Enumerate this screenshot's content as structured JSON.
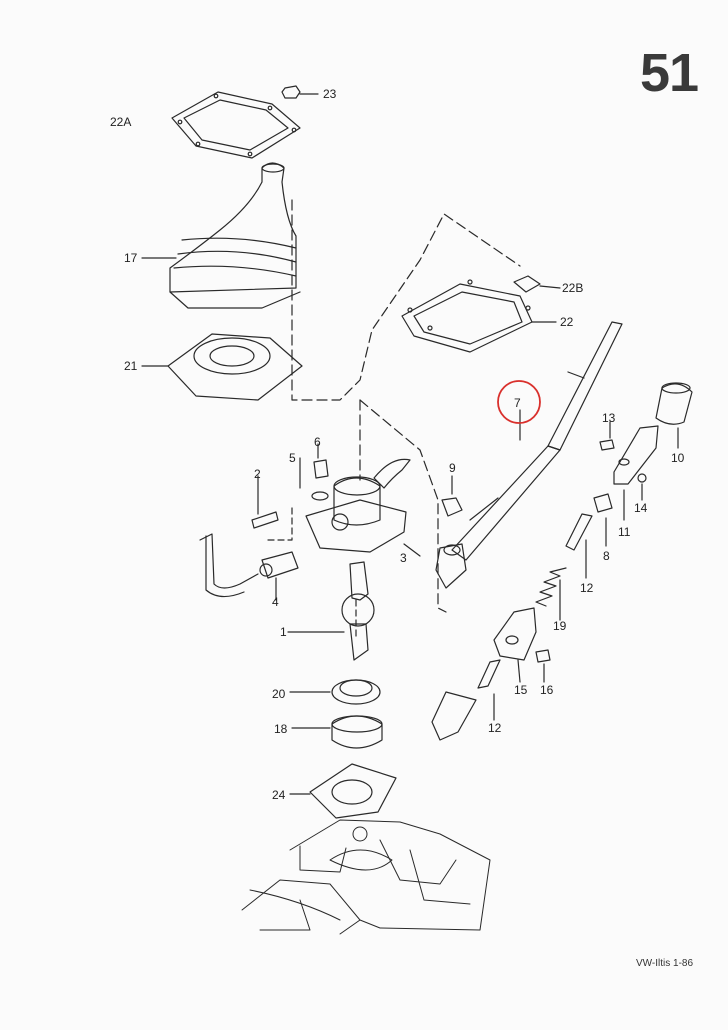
{
  "page_number": "51",
  "footer": "VW-Iltis 1-86",
  "highlight_color": "#d9302c",
  "labels": {
    "p22A": "22A",
    "p23": "23",
    "p17": "17",
    "p21": "21",
    "p22B": "22B",
    "p22": "22",
    "p7": "7",
    "p13": "13",
    "p10": "10",
    "p14": "14",
    "p11": "11",
    "p8": "8",
    "p12a": "12",
    "p19": "19",
    "p15": "15",
    "p16": "16",
    "p12b": "12",
    "p6": "6",
    "p5": "5",
    "p2": "2",
    "p9": "9",
    "p3": "3",
    "p4": "4",
    "p1": "1",
    "p20": "20",
    "p18": "18",
    "p24": "24"
  }
}
